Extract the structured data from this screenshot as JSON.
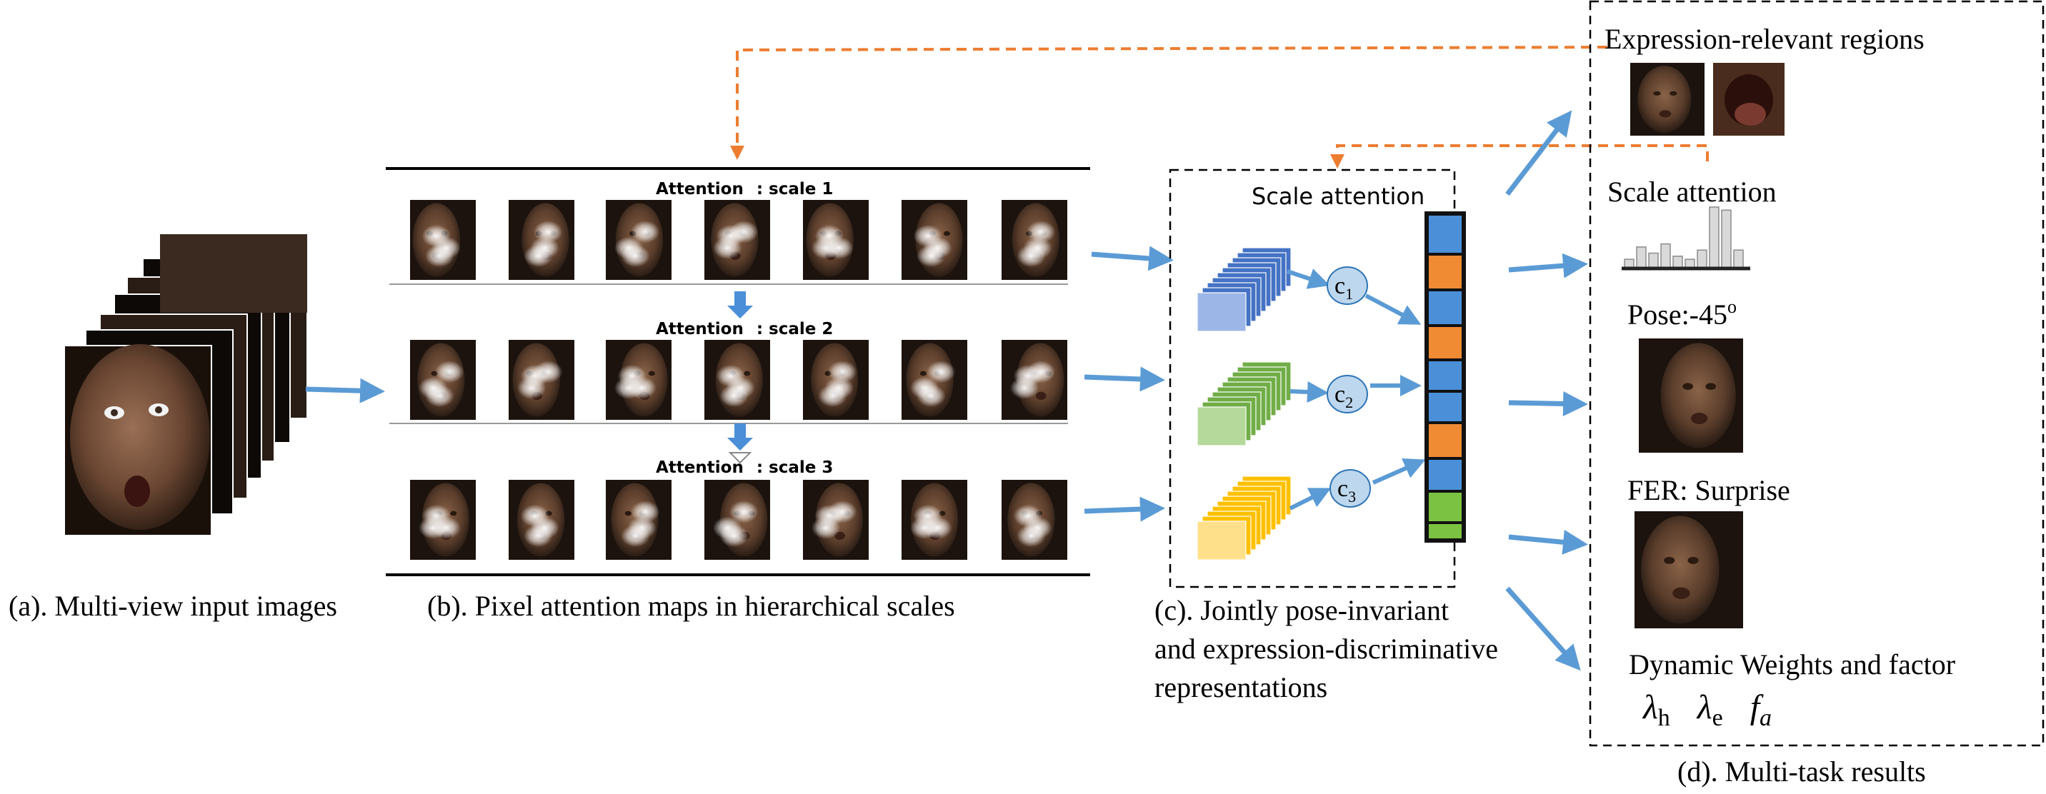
{
  "colors": {
    "arrow_blue": "#5B9BD5",
    "dash_orange": "#ED7D31",
    "cube_blue": "#4472C4",
    "cube_green": "#70AD47",
    "cube_yellow": "#FFC000",
    "feature_blue": "#4A8FD8",
    "feature_orange": "#F08A33",
    "feature_green": "#7CC242",
    "circle_fill": "#BDD7EE",
    "face_skin": "#6b4a34",
    "face_dark": "#1c130e",
    "attention_white": "#ffffff"
  },
  "input": {
    "caption": "(a). Multi-view input images"
  },
  "pixel_attention": {
    "caption": "(b). Pixel attention maps in hierarchical scales",
    "rows": [
      {
        "prefix": "Attention",
        "suffix": ": scale 1"
      },
      {
        "prefix": "Attention",
        "suffix": ": scale 2"
      },
      {
        "prefix": "Attention",
        "suffix": ": scale 3"
      }
    ]
  },
  "scale_module": {
    "title": "Scale attention",
    "branches": [
      {
        "label": "c",
        "sub": "1"
      },
      {
        "label": "c",
        "sub": "2"
      },
      {
        "label": "c",
        "sub": "3"
      }
    ],
    "caption_lines": [
      "(c). Jointly pose-invariant",
      "and  expression-discriminative",
      "representations"
    ],
    "feature_cells": [
      "blue",
      "orange",
      "blue",
      "orange",
      "blue",
      "blue",
      "orange",
      "blue",
      "green",
      "green"
    ]
  },
  "results": {
    "regions_label": "Expression-relevant regions",
    "scale_label": "Scale attention",
    "pose_label": "Pose:-45",
    "pose_degree": "o",
    "fer_label": "FER: Surprise",
    "weights_label": "Dynamic Weights and factor",
    "symbols": [
      {
        "main": "λ",
        "sub": "h"
      },
      {
        "main": "λ",
        "sub": "e"
      },
      {
        "main": "f",
        "sub": "a"
      }
    ],
    "bar_heights": [
      0.15,
      0.35,
      0.25,
      0.4,
      0.2,
      0.15,
      0.3,
      1.0,
      0.95,
      0.3
    ],
    "caption": "(d). Multi-task results"
  }
}
